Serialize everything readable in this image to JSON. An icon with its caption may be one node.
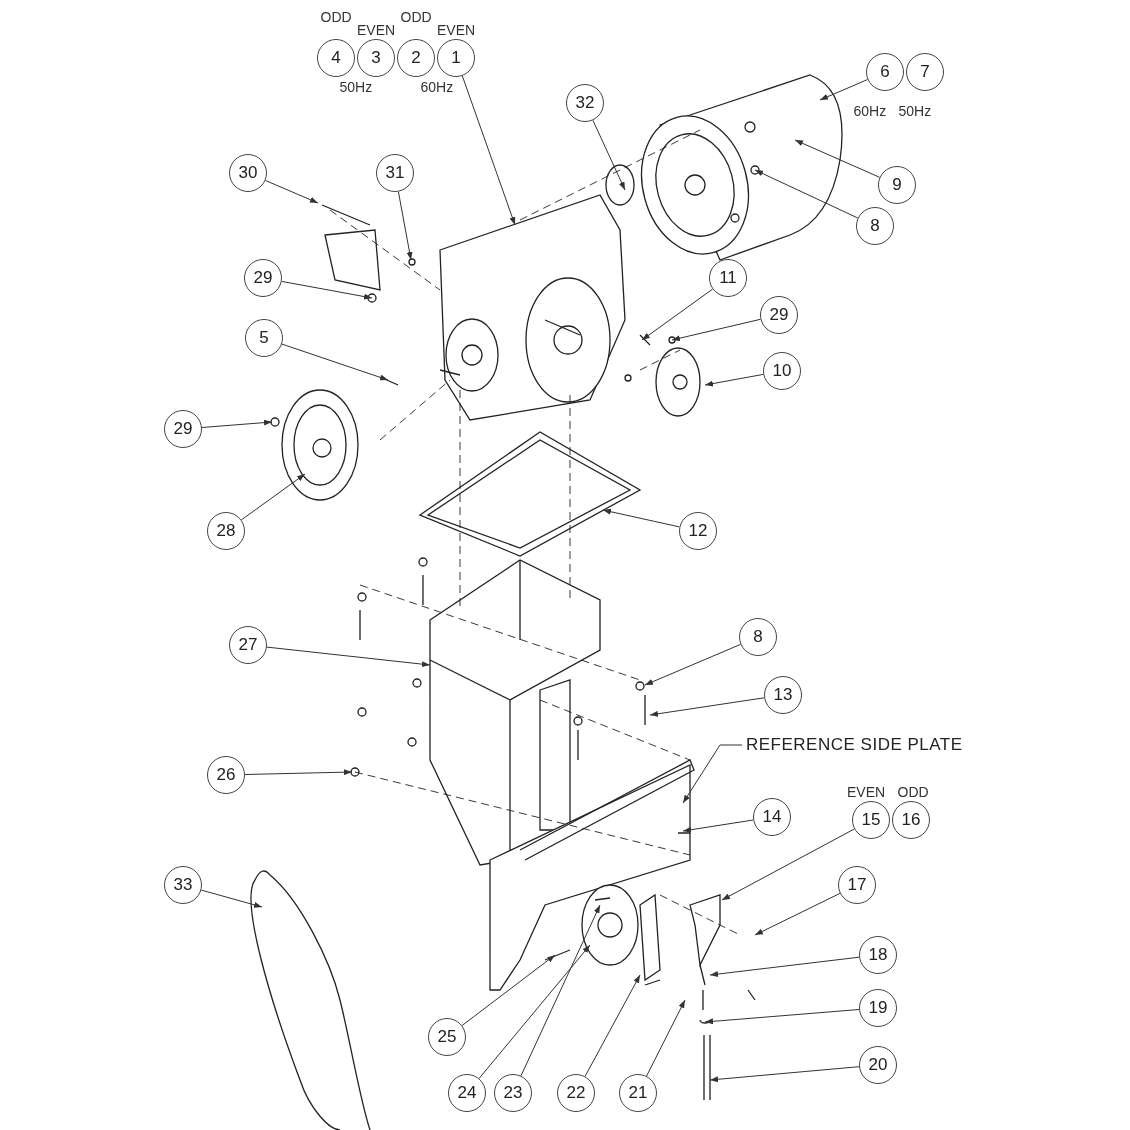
{
  "diagram": {
    "nodes": [
      {
        "text": [
          "4"
        ]
      },
      {
        "text": [
          "3"
        ]
      },
      {
        "text": [
          "2"
        ]
      },
      {
        "text": [
          "1"
        ]
      },
      {
        "text": [
          "6"
        ]
      },
      {
        "text": [
          "7"
        ]
      },
      {
        "text": [
          "32"
        ]
      },
      {
        "text": [
          "30"
        ]
      },
      {
        "text": [
          "31"
        ]
      },
      {
        "text": [
          "9"
        ]
      },
      {
        "text": [
          "8"
        ]
      },
      {
        "text": [
          "29"
        ]
      },
      {
        "text": [
          "11"
        ]
      },
      {
        "text": [
          "29"
        ]
      },
      {
        "text": [
          "5"
        ]
      },
      {
        "text": [
          "10"
        ]
      },
      {
        "text": [
          "29"
        ]
      },
      {
        "text": [
          "28"
        ]
      },
      {
        "text": [
          "12"
        ]
      },
      {
        "text": [
          "27"
        ]
      },
      {
        "text": [
          "8"
        ]
      },
      {
        "text": [
          "13"
        ]
      },
      {
        "text": [
          "REFERENCE SIDE PLATE"
        ]
      },
      {
        "text": [
          "26"
        ]
      },
      {
        "text": [
          "14"
        ]
      },
      {
        "text": [
          "15"
        ]
      },
      {
        "text": [
          "16"
        ]
      },
      {
        "text": [
          "33"
        ]
      },
      {
        "text": [
          "17"
        ]
      },
      {
        "text": [
          "18"
        ]
      },
      {
        "text": [
          "19"
        ]
      },
      {
        "text": [
          "25"
        ]
      },
      {
        "text": [
          "20"
        ]
      },
      {
        "text": [
          "24"
        ]
      },
      {
        "text": [
          "23"
        ]
      },
      {
        "text": [
          "22"
        ]
      },
      {
        "text": [
          "21"
        ]
      }
    ],
    "edges": [
      {
        "from": 3,
        "to": null,
        "arrow": "to"
      },
      {
        "from": 4,
        "to": null,
        "arrow": "to"
      },
      {
        "from": 6,
        "to": null,
        "arrow": "to"
      },
      {
        "from": 7,
        "to": null,
        "arrow": "to"
      },
      {
        "from": 8,
        "to": null,
        "arrow": "to"
      },
      {
        "from": 9,
        "to": null,
        "arrow": "to"
      },
      {
        "from": 10,
        "to": null,
        "arrow": "to"
      },
      {
        "from": 11,
        "to": null,
        "arrow": "to"
      },
      {
        "from": 12,
        "to": null,
        "arrow": "to"
      },
      {
        "from": 13,
        "to": null,
        "arrow": "to"
      },
      {
        "from": 14,
        "to": null,
        "arrow": "to"
      },
      {
        "from": 15,
        "to": null,
        "arrow": "to"
      },
      {
        "from": 16,
        "to": null,
        "arrow": "to"
      },
      {
        "from": 17,
        "to": null,
        "arrow": "to"
      },
      {
        "from": 18,
        "to": null,
        "arrow": "to"
      },
      {
        "from": 19,
        "to": null,
        "arrow": "to"
      },
      {
        "from": 20,
        "to": null,
        "arrow": "to"
      },
      {
        "from": 21,
        "to": null,
        "arrow": "to"
      },
      {
        "from": 22,
        "to": null,
        "arrow": "to"
      },
      {
        "from": 23,
        "to": null,
        "arrow": "to"
      },
      {
        "from": 24,
        "to": null,
        "arrow": "to"
      },
      {
        "from": 25,
        "to": null,
        "arrow": "to"
      },
      {
        "from": 27,
        "to": null,
        "arrow": "to"
      },
      {
        "from": 28,
        "to": null,
        "arrow": "to"
      },
      {
        "from": 29,
        "to": null,
        "arrow": "to"
      },
      {
        "from": 30,
        "to": null,
        "arrow": "to"
      },
      {
        "from": 31,
        "to": null,
        "arrow": "to"
      },
      {
        "from": 32,
        "to": null,
        "arrow": "to"
      },
      {
        "from": 33,
        "to": null,
        "arrow": "to"
      },
      {
        "from": 34,
        "to": null,
        "arrow": "to"
      },
      {
        "from": 35,
        "to": null,
        "arrow": "to"
      },
      {
        "from": 36,
        "to": null,
        "arrow": "to"
      }
    ],
    "labels": [
      "ODD",
      "ODD",
      "EVEN",
      "EVEN",
      "50Hz",
      "60Hz",
      "60Hz",
      "50Hz",
      "EVEN",
      "ODD"
    ]
  }
}
